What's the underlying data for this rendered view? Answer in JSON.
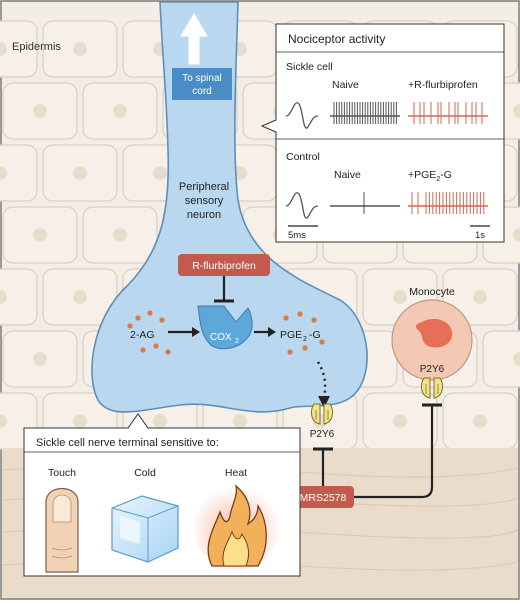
{
  "labels": {
    "epidermis": "Epidermis",
    "to_spinal_cord": [
      "To spinal",
      "cord"
    ],
    "neuron": [
      "Peripheral",
      "sensory",
      "neuron"
    ],
    "r_flurbiprofen": "R-flurbiprofen",
    "two_ag": "2-AG",
    "cox2": "COX",
    "cox2_sub": "2",
    "pge2g": "PGE",
    "pge2g_sub": "2",
    "pge2g_suffix": "-G",
    "p2y6_neuron": "P2Y6",
    "p2y6_monocyte": "P2Y6",
    "monocyte": "Monocyte",
    "mrs2578": "MRS2578"
  },
  "activity_panel": {
    "title": "Nociceptor activity",
    "sickle_cell": {
      "label": "Sickle cell",
      "naive": "Naive",
      "treated": "+R-flurbiprofen"
    },
    "control": {
      "label": "Control",
      "naive": "Naive",
      "treated_prefix": "+PGE",
      "treated_sub": "2",
      "treated_suffix": "-G"
    },
    "scale_left": "5ms",
    "scale_right": "1s"
  },
  "sensitivity_panel": {
    "title": "Sickle cell nerve terminal sensitive to:",
    "items": [
      "Touch",
      "Cold",
      "Heat"
    ]
  },
  "colors": {
    "neuron_fill": "#b9d7ee",
    "neuron_stroke": "#5d8fb8",
    "drug_red": "#c45a4c",
    "trace_gray": "#555555",
    "trace_red": "#cf6a56",
    "skin": "#efe7dc",
    "monocyte_fill": "#f4c9b4",
    "arrow_blue": "#4a8cc6"
  }
}
